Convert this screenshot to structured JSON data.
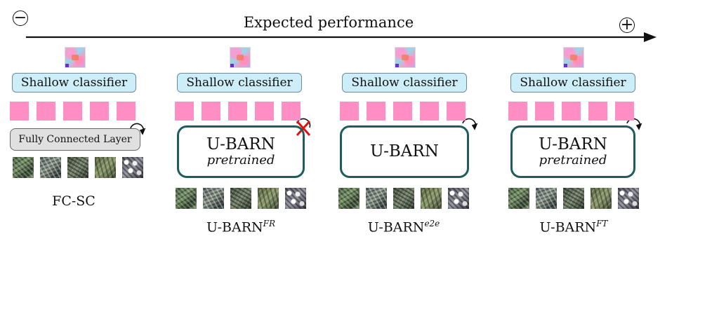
{
  "header": {
    "axis_title": "Expected performance",
    "minus_symbol": "−",
    "plus_symbol": "+"
  },
  "colors": {
    "shallow_fill": "#cdeef8",
    "embedding_pink": "#ff8ec5",
    "ubarn_border": "#1f5c5c",
    "fc_fill": "#e0e0e0",
    "frozen_cross": "#e01010"
  },
  "panels": [
    {
      "shallow_label": "Shallow classifier",
      "encoder_label": "Fully Connected Layer",
      "encoder_sub": "",
      "name": "FC-SC",
      "superscript": "",
      "state": "trainable"
    },
    {
      "shallow_label": "Shallow classifier",
      "encoder_label": "U-BARN",
      "encoder_sub": "pretrained",
      "name": "U-BARN",
      "superscript": "FR",
      "state": "frozen"
    },
    {
      "shallow_label": "Shallow classifier",
      "encoder_label": "U-BARN",
      "encoder_sub": "",
      "name": "U-BARN",
      "superscript": "e2e",
      "state": "trainable"
    },
    {
      "shallow_label": "Shallow classifier",
      "encoder_label": "U-BARN",
      "encoder_sub": "pretrained",
      "name": "U-BARN",
      "superscript": "FT",
      "state": "trainable"
    }
  ]
}
